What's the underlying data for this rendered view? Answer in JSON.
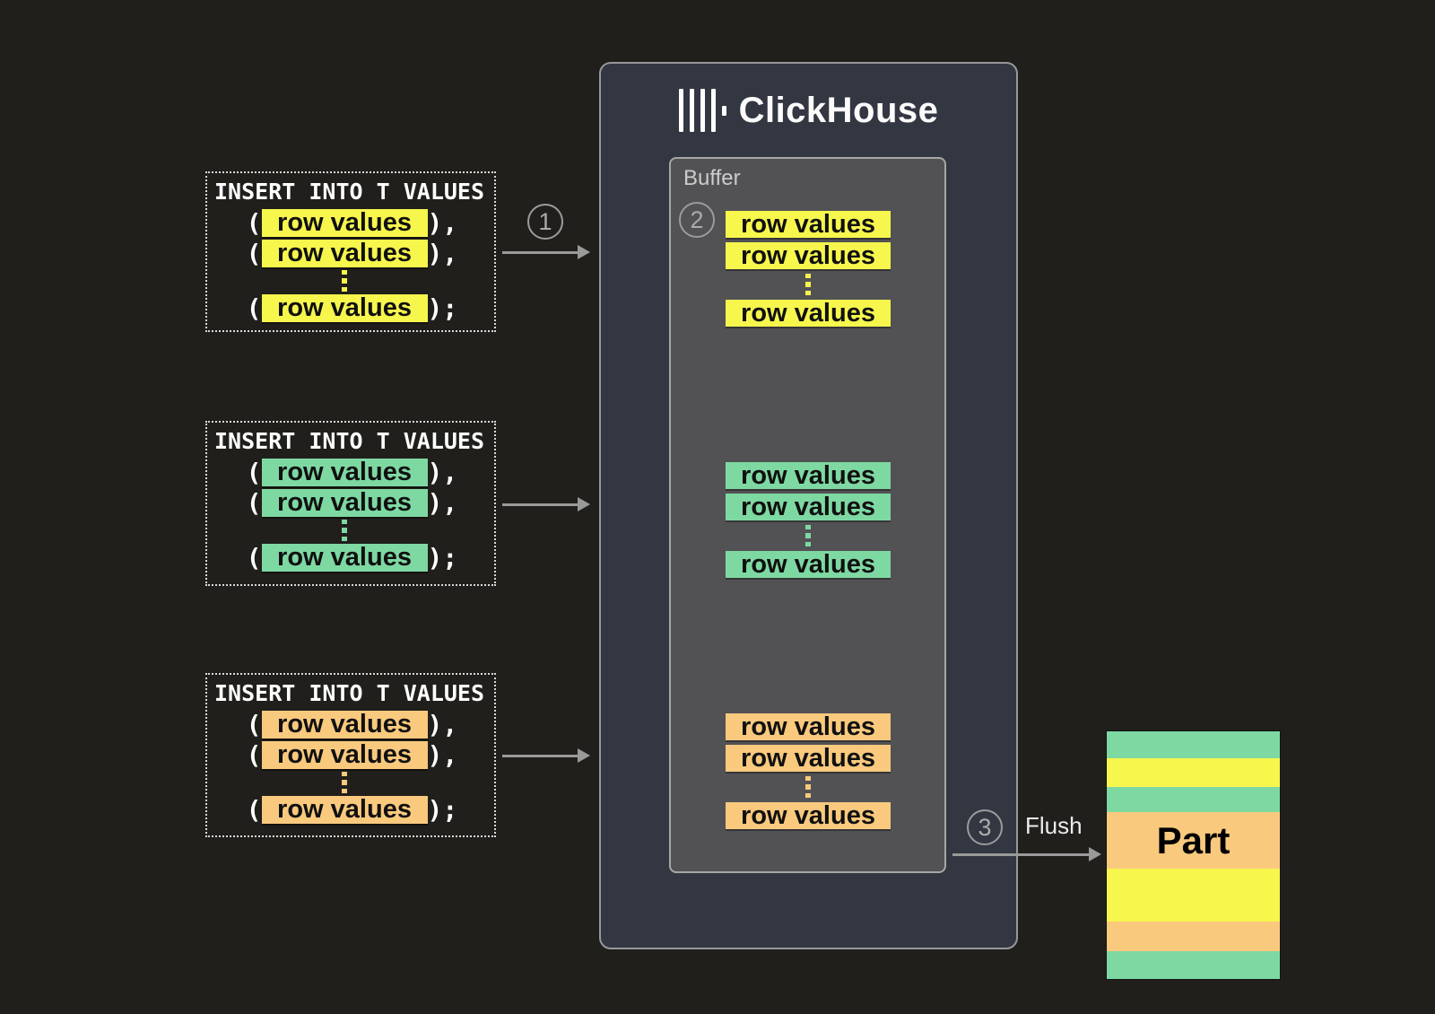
{
  "palette": {
    "yellow": "#f7f64d",
    "green": "#7ed8a2",
    "orange": "#f9c97e",
    "arrow_gray": "#9a9a9a",
    "panel_bg": "#333742",
    "buffer_bg": "#525255",
    "page_bg": "#201f1b"
  },
  "inserts": [
    {
      "title": "INSERT INTO T VALUES",
      "highlight_color": "#f7f64d",
      "row_label": "row values",
      "open": "(",
      "close_comma": "),",
      "close_semicolon": ");"
    },
    {
      "title": "INSERT INTO T VALUES",
      "highlight_color": "#7ed8a2",
      "row_label": "row values",
      "open": "(",
      "close_comma": "),",
      "close_semicolon": ");"
    },
    {
      "title": "INSERT INTO T VALUES",
      "highlight_color": "#f9c97e",
      "row_label": "row values",
      "open": "(",
      "close_comma": "),",
      "close_semicolon": ");"
    }
  ],
  "steps": {
    "insert_step": "1",
    "buffer_step": "2",
    "flush_step": "3"
  },
  "server": {
    "name": "ClickHouse"
  },
  "buffer": {
    "label": "Buffer",
    "row_label": "row values",
    "groups": [
      {
        "color": "#f7f64d"
      },
      {
        "color": "#7ed8a2"
      },
      {
        "color": "#f9c97e"
      }
    ]
  },
  "flush": {
    "label": "Flush"
  },
  "part": {
    "label": "Part",
    "stripe_colors": [
      "#7ed8a2",
      "#f7f64d",
      "#7ed8a2",
      "#f9c97e",
      "#f7f64d",
      "#f9c97e",
      "#7ed8a2"
    ]
  }
}
